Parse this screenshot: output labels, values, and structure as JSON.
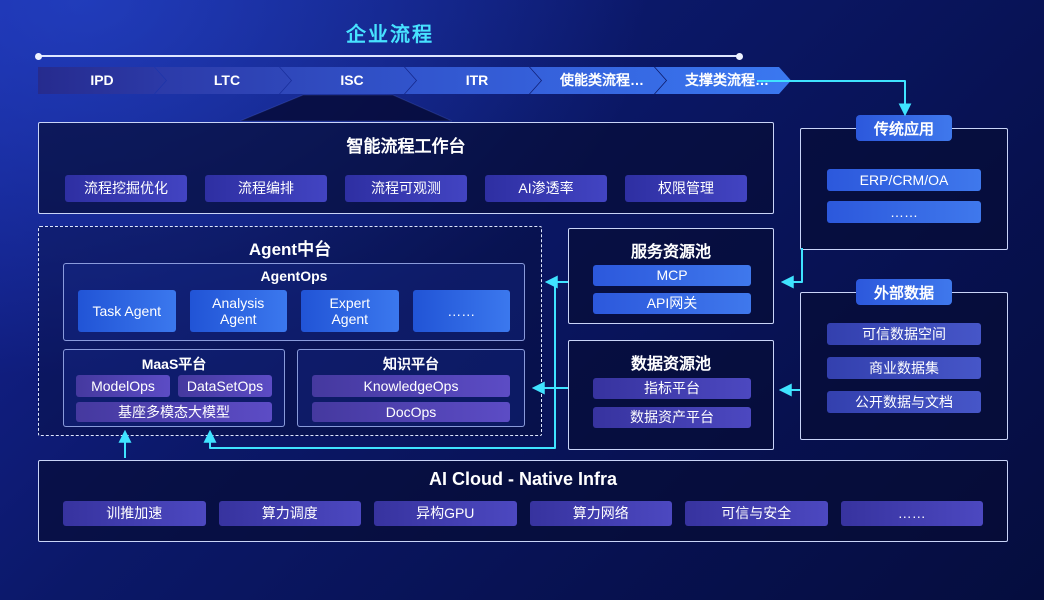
{
  "header": {
    "title": "企业流程",
    "chevrons": [
      "IPD",
      "LTC",
      "ISC",
      "ITR",
      "使能类流程…",
      "支撑类流程…"
    ]
  },
  "workbench": {
    "title": "智能流程工作台",
    "buttons": [
      "流程挖掘优化",
      "流程编排",
      "流程可观测",
      "AI渗透率",
      "权限管理"
    ]
  },
  "agent_platform": {
    "title": "Agent中台",
    "agentops": {
      "title": "AgentOps",
      "buttons": [
        "Task Agent",
        "Analysis Agent",
        "Expert Agent",
        "……"
      ]
    },
    "maas": {
      "title": "MaaS平台",
      "buttons_row": [
        "ModelOps",
        "DataSetOps"
      ],
      "button_wide": "基座多模态大模型"
    },
    "knowledge": {
      "title": "知识平台",
      "buttons": [
        "KnowledgeOps",
        "DocOps"
      ]
    }
  },
  "service_pool": {
    "title": "服务资源池",
    "buttons": [
      "MCP",
      "API网关"
    ]
  },
  "data_pool": {
    "title": "数据资源池",
    "buttons": [
      "指标平台",
      "数据资产平台"
    ]
  },
  "legacy_apps": {
    "title": "传统应用",
    "buttons": [
      "ERP/CRM/OA",
      "……"
    ]
  },
  "external_data": {
    "title": "外部数据",
    "buttons": [
      "可信数据空间",
      "商业数据集",
      "公开数据与文档"
    ]
  },
  "infra": {
    "title": "AI Cloud - Native Infra",
    "buttons": [
      "训推加速",
      "算力调度",
      "异构GPU",
      "算力网络",
      "可信与安全",
      "……"
    ]
  },
  "colors": {
    "accent_cyan": "#3fe3ff",
    "background_navy": "#071150",
    "panel_border": "#c9d4f8",
    "button_blue": "#2c58dc",
    "button_indigo": "#2e2fa2",
    "button_purple": "#45399f"
  }
}
